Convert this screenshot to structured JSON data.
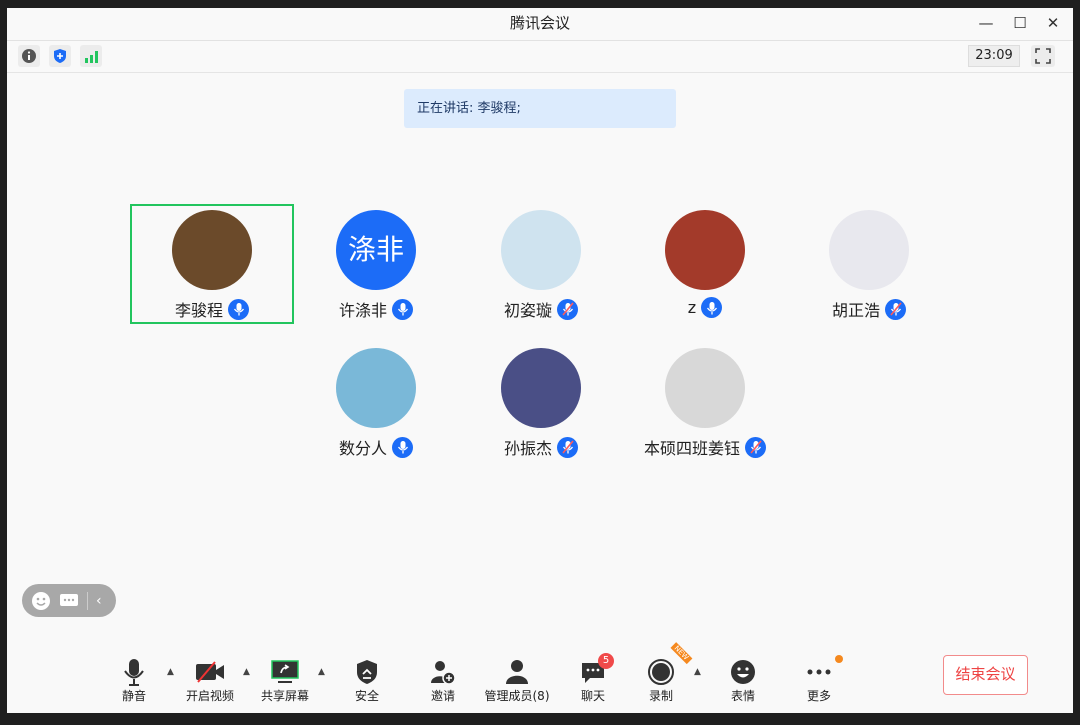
{
  "window": {
    "title": "腾讯会议",
    "clock": "23:09"
  },
  "speaking": "正在讲话: 李骏程;",
  "participants": [
    {
      "name": "李骏程",
      "muted": false,
      "active": true,
      "avatar_color": "#6b4a2a"
    },
    {
      "name": "许涤非",
      "muted": false,
      "avatar_text": "涤非",
      "avatar_color": "#1c6cf7"
    },
    {
      "name": "初姿璇",
      "muted": true,
      "avatar_color": "#cfe3ef"
    },
    {
      "name": "z",
      "muted": false,
      "avatar_color": "#a33a2a"
    },
    {
      "name": "胡正浩",
      "muted": true,
      "avatar_color": "#e8e8ee"
    },
    {
      "name": "数分人",
      "muted": false,
      "avatar_color": "#7ab8d8"
    },
    {
      "name": "孙振杰",
      "muted": true,
      "avatar_color": "#4a4f86"
    },
    {
      "name": "本硕四班姜钰",
      "muted": true,
      "avatar_color": "#d8d8d8"
    }
  ],
  "toolbar": {
    "mute": "静音",
    "video": "开启视频",
    "share": "共享屏幕",
    "security": "安全",
    "invite": "邀请",
    "members": "管理成员(8)",
    "chat": "聊天",
    "chat_badge": "5",
    "record": "录制",
    "record_badge": "NEW",
    "emoji": "表情",
    "more": "更多",
    "end": "结束会议"
  }
}
